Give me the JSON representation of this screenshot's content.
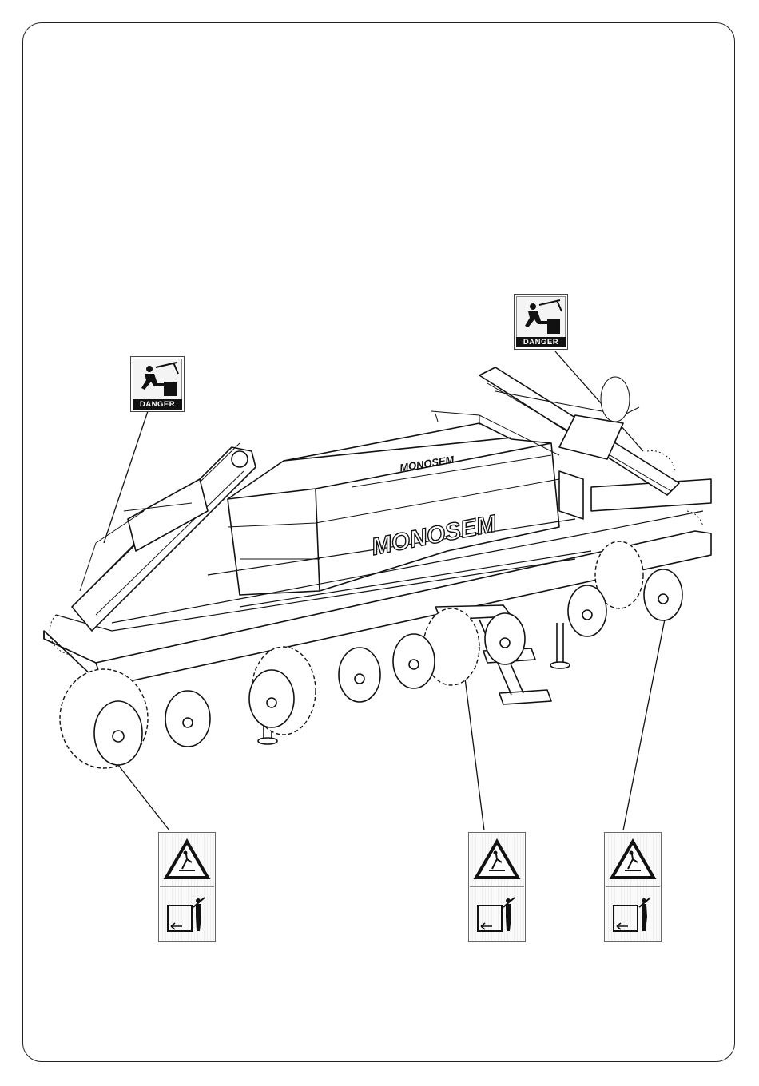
{
  "page": {
    "background": "#ffffff"
  },
  "brand": {
    "primary": "MONOSEM",
    "secondary": "MONOSEM"
  },
  "danger_labels": [
    {
      "text": "DANGER",
      "icon": "crush-hazard-icon"
    },
    {
      "text": "DANGER",
      "icon": "crush-hazard-icon"
    }
  ],
  "warning_decals": [
    {
      "top_icon": "slip-hazard-triangle-icon",
      "bottom_icon": "no-standing-person-icon"
    },
    {
      "top_icon": "slip-hazard-triangle-icon",
      "bottom_icon": "no-standing-person-icon"
    },
    {
      "top_icon": "slip-hazard-triangle-icon",
      "bottom_icon": "no-standing-person-icon"
    }
  ]
}
